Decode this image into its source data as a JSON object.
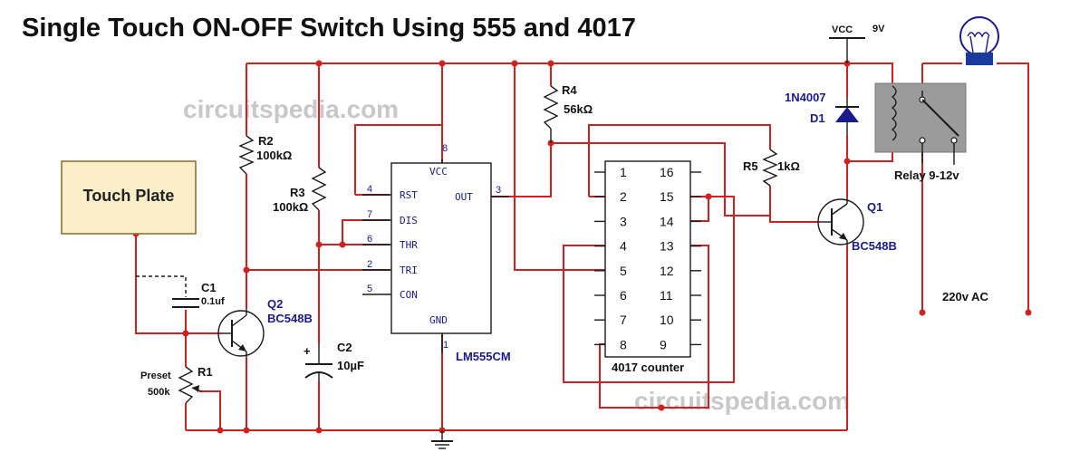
{
  "title": "Single Touch ON-OFF Switch Using 555 and 4017",
  "watermark": "circuitspedia.com",
  "touch_plate": "Touch Plate",
  "components": {
    "r1": {
      "ref": "R1",
      "type": "Preset",
      "value": "500k"
    },
    "r2": {
      "ref": "R2",
      "value": "100kΩ"
    },
    "r3": {
      "ref": "R3",
      "value": "100kΩ"
    },
    "r4": {
      "ref": "R4",
      "value": "56kΩ"
    },
    "r5": {
      "ref": "R5",
      "value": "1kΩ"
    },
    "c1": {
      "ref": "C1",
      "value": "0.1uf"
    },
    "c2": {
      "ref": "C2",
      "value": "10µF",
      "polarity": "+"
    },
    "q1": {
      "ref": "Q1",
      "part": "BC548B"
    },
    "q2": {
      "ref": "Q2",
      "part": "BC548B"
    },
    "d1": {
      "ref": "D1",
      "part": "1N4007"
    },
    "relay": "Relay 9-12v",
    "supply": {
      "label": "VCC",
      "value": "9V"
    },
    "mains": "220v AC"
  },
  "ic555": {
    "name": "LM555CM",
    "pins": [
      {
        "num": "8",
        "name": "VCC"
      },
      {
        "num": "4",
        "name": "RST"
      },
      {
        "num": "7",
        "name": "DIS"
      },
      {
        "num": "6",
        "name": "THR"
      },
      {
        "num": "2",
        "name": "TRI"
      },
      {
        "num": "5",
        "name": "CON"
      },
      {
        "num": "1",
        "name": "GND"
      },
      {
        "num": "3",
        "name": "OUT"
      }
    ]
  },
  "ic4017": {
    "name": "4017 counter",
    "left_pins": [
      "1",
      "2",
      "3",
      "4",
      "5",
      "6",
      "7",
      "8"
    ],
    "right_pins": [
      "16",
      "15",
      "14",
      "13",
      "12",
      "11",
      "10",
      "9"
    ]
  }
}
